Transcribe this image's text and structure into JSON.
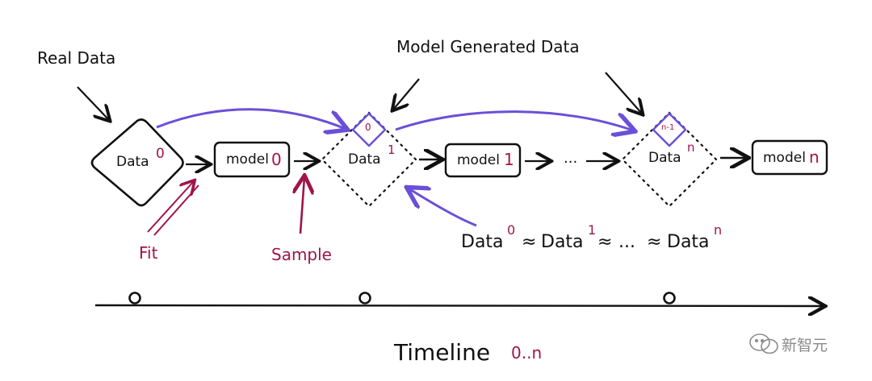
{
  "annotations": {
    "real_data": "Real Data",
    "model_generated": "Model Generated Data",
    "fit": "Fit",
    "sample": "Sample"
  },
  "nodes": {
    "data0": {
      "label": "Data",
      "sup": "0"
    },
    "model0": {
      "label": "model",
      "index": "0"
    },
    "data1": {
      "label": "Data",
      "sup": "1"
    },
    "model1": {
      "label": "model",
      "index": "1"
    },
    "ellipsis": "...",
    "datan": {
      "label": "Data",
      "sup": "n"
    },
    "modeln": {
      "label": "model",
      "index": "n"
    },
    "small_diamond_1": "0",
    "small_diamond_2": "n-1"
  },
  "equation": {
    "parts": [
      "Data",
      "0",
      "≈",
      "Data",
      "1",
      "≈",
      "...",
      "≈",
      "Data",
      "n"
    ]
  },
  "timeline": {
    "label": "Timeline",
    "range": "0..n"
  },
  "watermark": {
    "text": "新智元"
  },
  "colors": {
    "ink": "#111111",
    "purple": "#6a4fd8",
    "crimson": "#a0144a"
  }
}
